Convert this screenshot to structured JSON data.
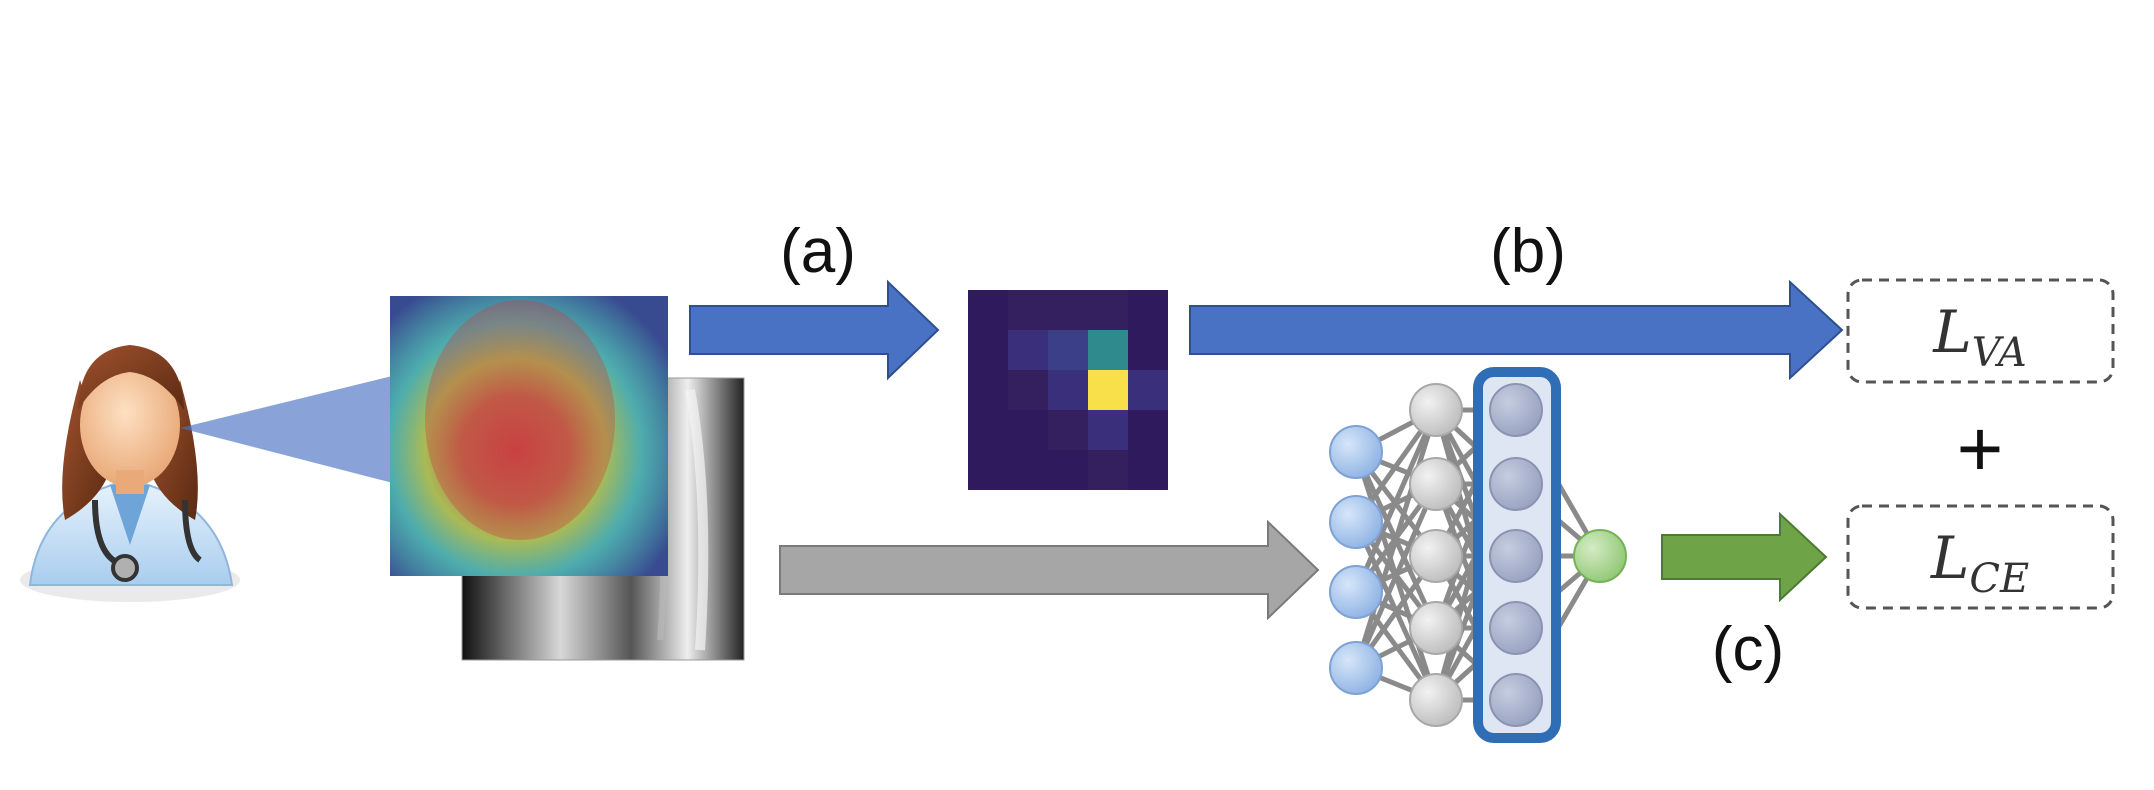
{
  "labels": {
    "a": "(a)",
    "b": "(b)",
    "c": "(c)",
    "plus": "+"
  },
  "losses": {
    "va": {
      "main": "L",
      "sub": "VA"
    },
    "ce": {
      "main": "L",
      "sub": "CE"
    }
  },
  "icons": {
    "doctor": "doctor-icon",
    "xray": "chest-xray-image",
    "heatmap_overlay": "gaze-heatmap-overlay",
    "attention_map": "attention-map-grid",
    "network": "neural-network-diagram"
  },
  "colors": {
    "blue_arrow": "#4a72c4",
    "gray_arrow": "#a6a6a6",
    "green_arrow": "#6fa347",
    "highlight_box": "#2f6db5",
    "input_node": "#9dbde6",
    "hidden_node": "#cfcfcf",
    "output_node": "#9fcf83",
    "heatmap_dark": "#2f1a5e"
  }
}
